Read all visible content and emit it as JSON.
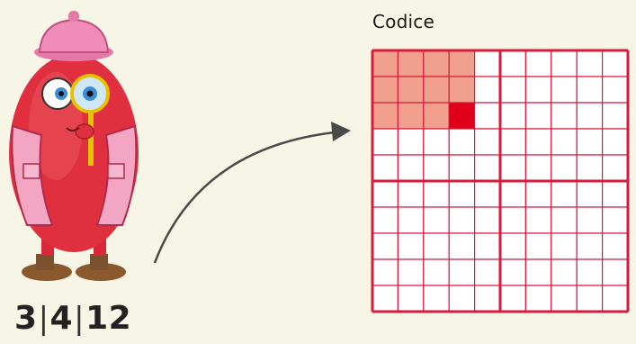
{
  "title": "Codice",
  "code": {
    "parts": [
      "3",
      "4",
      "12"
    ],
    "separator": "|"
  },
  "grid": {
    "rows": 10,
    "cols": 10,
    "block_size": 5,
    "highlighted_rows": 3,
    "highlighted_cols": 4,
    "target_cell_index": 12
  },
  "colors": {
    "background": "#f7f6e6",
    "grid_line": "#d81b3c",
    "highlight_fill": "#f0a08c",
    "target_fill": "#e0001b",
    "arrow": "#4a4a4a"
  },
  "icons": {
    "character": "detective-with-magnifier-icon",
    "arrow": "curved-arrow-icon"
  }
}
